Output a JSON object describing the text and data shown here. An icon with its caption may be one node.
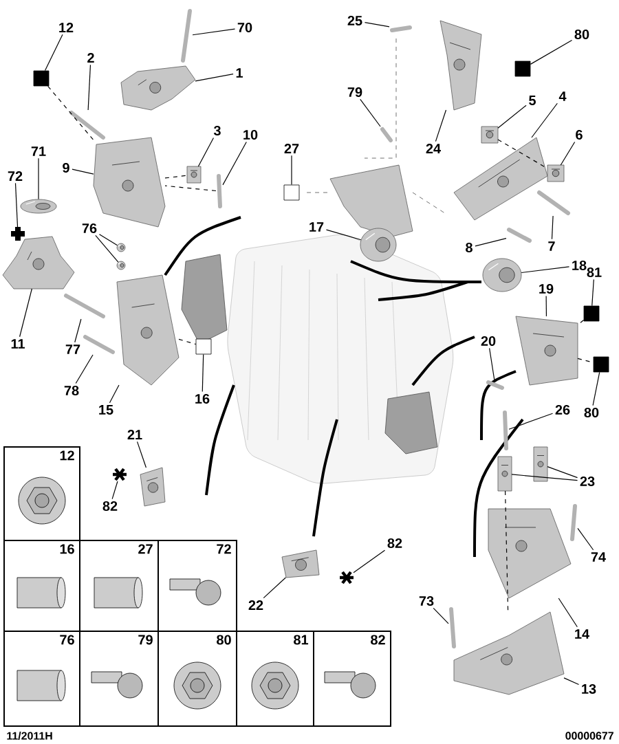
{
  "diagram": {
    "nodes": [
      {
        "text": [
          "12"
        ]
      },
      {
        "text": [
          "70"
        ]
      },
      {
        "text": [
          "2"
        ]
      },
      {
        "text": [
          "1"
        ]
      },
      {
        "text": [
          "3"
        ]
      },
      {
        "text": [
          "10"
        ]
      },
      {
        "text": [
          "71"
        ]
      },
      {
        "text": [
          "72"
        ]
      },
      {
        "text": [
          "9"
        ]
      },
      {
        "text": [
          "76"
        ]
      },
      {
        "text": [
          "11"
        ]
      },
      {
        "text": [
          "77"
        ]
      },
      {
        "text": [
          "78"
        ]
      },
      {
        "text": [
          "15"
        ]
      },
      {
        "text": [
          "16"
        ]
      },
      {
        "text": [
          "27"
        ]
      },
      {
        "text": [
          "25"
        ]
      },
      {
        "text": [
          "80"
        ]
      },
      {
        "text": [
          "79"
        ]
      },
      {
        "text": [
          "24"
        ]
      },
      {
        "text": [
          "5"
        ]
      },
      {
        "text": [
          "4"
        ]
      },
      {
        "text": [
          "6"
        ]
      },
      {
        "text": [
          "17"
        ]
      },
      {
        "text": [
          "8"
        ]
      },
      {
        "text": [
          "7"
        ]
      },
      {
        "text": [
          "18"
        ]
      },
      {
        "text": [
          "81"
        ]
      },
      {
        "text": [
          "19"
        ]
      },
      {
        "text": [
          "20"
        ]
      },
      {
        "text": [
          "80"
        ]
      },
      {
        "text": [
          "26"
        ]
      },
      {
        "text": [
          "21"
        ]
      },
      {
        "text": [
          "82"
        ]
      },
      {
        "text": [
          "23"
        ]
      },
      {
        "text": [
          "74"
        ]
      },
      {
        "text": [
          "22"
        ]
      },
      {
        "text": [
          "82"
        ]
      },
      {
        "text": [
          "73"
        ]
      },
      {
        "text": [
          "14"
        ]
      },
      {
        "text": [
          "13"
        ]
      },
      {
        "text": [],
        "shape": "box"
      },
      {
        "text": [],
        "shape": "picture"
      },
      {
        "text": [],
        "shape": "picture"
      },
      {
        "text": [],
        "shape": "picture"
      },
      {
        "text": [],
        "shape": "picture"
      },
      {
        "text": [],
        "shape": "picture"
      },
      {
        "text": [],
        "shape": "picture"
      },
      {
        "text": [],
        "shape": "plus"
      },
      {
        "text": [],
        "shape": "picture"
      },
      {
        "text": [],
        "shape": "picture"
      },
      {
        "text": [],
        "shape": "picture"
      },
      {
        "text": [],
        "shape": "picture"
      },
      {
        "text": [],
        "shape": "picture"
      },
      {
        "text": [],
        "shape": "picture"
      },
      {
        "text": [],
        "shape": "picture"
      },
      {
        "text": [],
        "shape": "box"
      },
      {
        "text": [],
        "shape": "box"
      },
      {
        "text": [],
        "shape": "picture"
      },
      {
        "text": [],
        "shape": "box"
      },
      {
        "text": [],
        "shape": "picture"
      },
      {
        "text": [],
        "shape": "picture"
      },
      {
        "text": [],
        "shape": "picture"
      },
      {
        "text": [],
        "shape": "picture"
      },
      {
        "text": [],
        "shape": "picture"
      },
      {
        "text": [],
        "shape": "picture"
      },
      {
        "text": [],
        "shape": "picture"
      },
      {
        "text": [],
        "shape": "picture"
      },
      {
        "text": [],
        "shape": "picture"
      },
      {
        "text": [],
        "shape": "box"
      },
      {
        "text": [],
        "shape": "picture"
      },
      {
        "text": [],
        "shape": "picture"
      },
      {
        "text": [],
        "shape": "box"
      },
      {
        "text": [],
        "shape": "picture"
      },
      {
        "text": [],
        "shape": "picture"
      },
      {
        "text": [],
        "shape": "star"
      },
      {
        "text": [],
        "shape": "picture"
      },
      {
        "text": [],
        "shape": "picture"
      },
      {
        "text": [],
        "shape": "picture"
      },
      {
        "text": [],
        "shape": "picture"
      },
      {
        "text": [],
        "shape": "star"
      },
      {
        "text": [],
        "shape": "picture"
      },
      {
        "text": [],
        "shape": "picture"
      },
      {
        "text": [],
        "shape": "picture"
      }
    ],
    "edges": [
      {
        "from": 0,
        "to": 41,
        "arrow": "none"
      },
      {
        "from": 1,
        "to": 42,
        "arrow": "none"
      },
      {
        "from": 2,
        "to": 43,
        "arrow": "none"
      },
      {
        "from": 3,
        "to": 44,
        "arrow": "none"
      },
      {
        "from": 4,
        "to": 45,
        "arrow": "none"
      },
      {
        "from": 5,
        "to": 46,
        "arrow": "none"
      },
      {
        "from": 6,
        "to": 47,
        "arrow": "none"
      },
      {
        "from": 7,
        "to": 48,
        "arrow": "none"
      },
      {
        "from": 8,
        "to": 49,
        "arrow": "none"
      },
      {
        "from": 9,
        "to": 50,
        "arrow": "none"
      },
      {
        "from": 9,
        "to": 51,
        "arrow": "none"
      },
      {
        "from": 10,
        "to": 52,
        "arrow": "none"
      },
      {
        "from": 11,
        "to": 53,
        "arrow": "none"
      },
      {
        "from": 12,
        "to": 54,
        "arrow": "none"
      },
      {
        "from": 13,
        "to": 55,
        "arrow": "none"
      },
      {
        "from": 14,
        "to": 56,
        "arrow": "none"
      },
      {
        "from": 15,
        "to": 57,
        "arrow": "none"
      },
      {
        "from": 16,
        "to": 58,
        "arrow": "none"
      },
      {
        "from": 17,
        "to": 59,
        "arrow": "none"
      },
      {
        "from": 18,
        "to": 60,
        "arrow": "none"
      },
      {
        "from": 19,
        "to": 61,
        "arrow": "none"
      },
      {
        "from": 20,
        "to": 62,
        "arrow": "none"
      },
      {
        "from": 21,
        "to": 63,
        "arrow": "none"
      },
      {
        "from": 22,
        "to": 64,
        "arrow": "none"
      },
      {
        "from": 23,
        "to": 65,
        "arrow": "none"
      },
      {
        "from": 24,
        "to": 66,
        "arrow": "none"
      },
      {
        "from": 25,
        "to": 67,
        "arrow": "none"
      },
      {
        "from": 26,
        "to": 68,
        "arrow": "none"
      },
      {
        "from": 27,
        "to": 69,
        "arrow": "none"
      },
      {
        "from": 28,
        "to": 70,
        "arrow": "none"
      },
      {
        "from": 29,
        "to": 71,
        "arrow": "none"
      },
      {
        "from": 30,
        "to": 72,
        "arrow": "none"
      },
      {
        "from": 31,
        "to": 73,
        "arrow": "none"
      },
      {
        "from": 32,
        "to": 74,
        "arrow": "none"
      },
      {
        "from": 33,
        "to": 75,
        "arrow": "none"
      },
      {
        "from": 34,
        "to": 76,
        "arrow": "none"
      },
      {
        "from": 34,
        "to": 77,
        "arrow": "none"
      },
      {
        "from": 35,
        "to": 78,
        "arrow": "none"
      },
      {
        "from": 36,
        "to": 79,
        "arrow": "none"
      },
      {
        "from": 37,
        "to": 80,
        "arrow": "none"
      },
      {
        "from": 38,
        "to": 81,
        "arrow": "none"
      },
      {
        "from": 39,
        "to": 82,
        "arrow": "none"
      },
      {
        "from": 40,
        "to": 83,
        "arrow": "none"
      },
      {
        "from": 41,
        "to": 49,
        "arrow": "none",
        "style": "dashed"
      },
      {
        "from": 49,
        "to": 45,
        "arrow": "none",
        "style": "dashed"
      },
      {
        "from": 46,
        "to": 49,
        "arrow": "none",
        "style": "dashed"
      },
      {
        "from": 55,
        "to": 56,
        "arrow": "none",
        "style": "dashed"
      },
      {
        "from": 62,
        "to": 64,
        "arrow": "none",
        "style": "dashed"
      },
      {
        "from": 69,
        "to": 70,
        "arrow": "none",
        "style": "dashed"
      },
      {
        "from": 70,
        "to": 72,
        "arrow": "none",
        "style": "dashed"
      },
      {
        "from": 77,
        "to": 83,
        "arrow": "none",
        "style": "dashed"
      }
    ],
    "labels": [
      "12",
      "16",
      "27",
      "72",
      "76",
      "79",
      "80",
      "81",
      "82",
      "11/2011H",
      "00000677"
    ]
  }
}
